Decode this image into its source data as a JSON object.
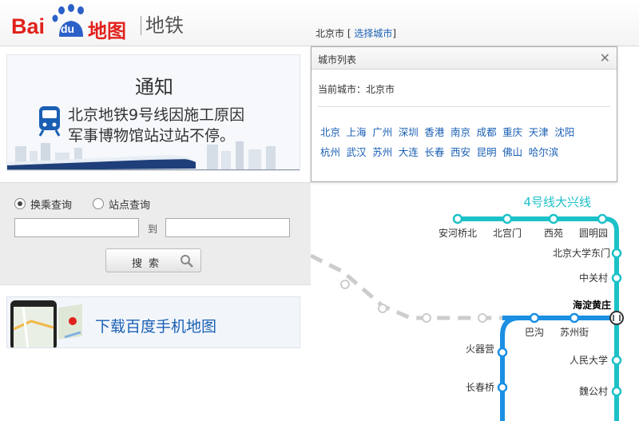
{
  "header": {
    "logo_text_bai": "Bai",
    "logo_text_du": "du",
    "logo_text_ditu": "地图",
    "subtitle": "地铁",
    "current_city": "北京市",
    "bracket_open": "[",
    "choose_city": "选择城市",
    "bracket_close": "]"
  },
  "notice": {
    "title": "通知",
    "line1": "北京地铁9号线因施工原因",
    "line2": "军事博物馆站过站不停。"
  },
  "search": {
    "mode_transfer": "换乘查询",
    "mode_station": "站点查询",
    "selected_mode": "换乘查询",
    "from_value": "",
    "to_label": "到",
    "to_value": "",
    "button_label": "搜索"
  },
  "app_banner": {
    "text": "下载百度手机地图"
  },
  "city_popup": {
    "title": "城市列表",
    "close_symbol": "✕",
    "current_label": "当前城市：北京市",
    "cities_row1": [
      "北京",
      "上海",
      "广州",
      "深圳",
      "香港",
      "南京",
      "成都",
      "重庆",
      "天津",
      "沈阳"
    ],
    "cities_row2": [
      "杭州",
      "武汉",
      "苏州",
      "大连",
      "长春",
      "西安",
      "昆明",
      "佛山",
      "哈尔滨"
    ]
  },
  "map": {
    "line4_label": "4号线大兴线",
    "line4_color": "#1cc1c8",
    "line10_color": "#1a8fe3",
    "dashed_color": "#cccccc",
    "stations": {
      "s1": "安河桥北",
      "s2": "北宫门",
      "s3": "西苑",
      "s4": "圆明园",
      "s5": "北京大学东门",
      "s6": "中关村",
      "s7": "海淀黄庄",
      "s8": "巴沟",
      "s9": "苏州街",
      "s10": "人民大学",
      "s11": "魏公村",
      "s12": "火器营",
      "s13": "长春桥"
    }
  },
  "icons": {
    "train": "train-icon",
    "search": "magnifier-icon",
    "close": "close-icon",
    "transfer": "transfer-icon"
  }
}
